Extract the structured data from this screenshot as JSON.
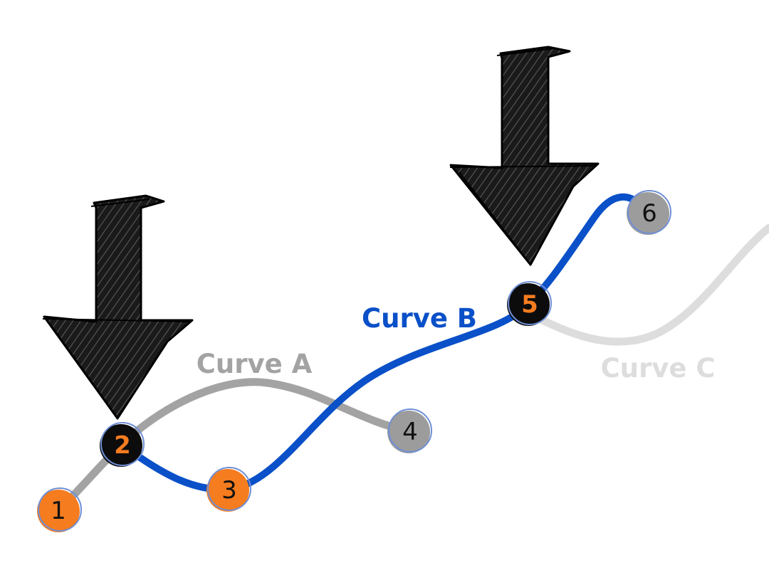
{
  "colors": {
    "curve_a": "#a3a3a3",
    "curve_b": "#0a50c8",
    "curve_c": "#dddddd",
    "orange": "#f57c1f",
    "black": "#0c0c0c",
    "gray_node": "#9c9c9c",
    "node_ring": "#6e8fd6",
    "arrow": "#111111"
  },
  "curves": [
    {
      "id": "A",
      "label": "Curve A"
    },
    {
      "id": "B",
      "label": "Curve B"
    },
    {
      "id": "C",
      "label": "Curve C"
    }
  ],
  "nodes": [
    {
      "id": "1",
      "label": "1",
      "style": "orange"
    },
    {
      "id": "2",
      "label": "2",
      "style": "black"
    },
    {
      "id": "3",
      "label": "3",
      "style": "orange"
    },
    {
      "id": "4",
      "label": "4",
      "style": "gray"
    },
    {
      "id": "5",
      "label": "5",
      "style": "black"
    },
    {
      "id": "6",
      "label": "6",
      "style": "gray"
    }
  ],
  "arrows": [
    {
      "points_to": "2",
      "icon": "down-arrow-icon"
    },
    {
      "points_to": "5",
      "icon": "down-arrow-icon"
    }
  ]
}
